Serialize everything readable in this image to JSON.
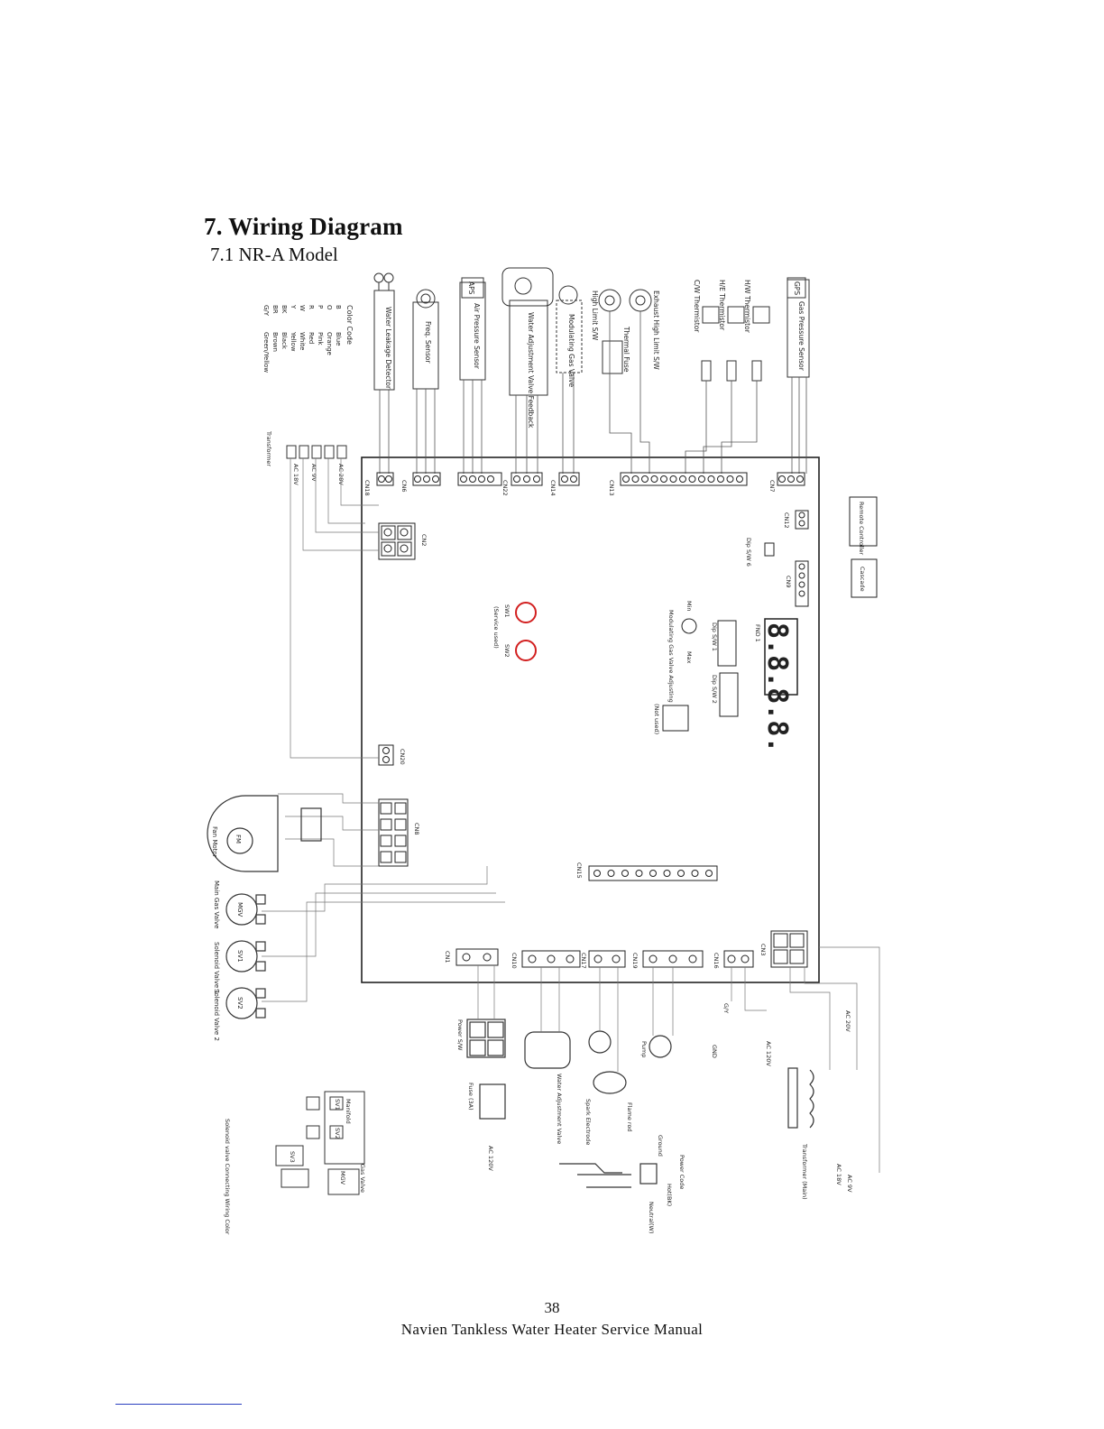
{
  "section_title": "7. Wiring Diagram",
  "subsection_title": "7.1 NR-A Model",
  "page_number": "38",
  "footer_text": "Navien Tankless Water Heater Service Manual",
  "color_code": {
    "title": "Color Code",
    "entries": [
      {
        "abbr": "B",
        "name": "Blue"
      },
      {
        "abbr": "O",
        "name": "Orange"
      },
      {
        "abbr": "P",
        "name": "Pink"
      },
      {
        "abbr": "R",
        "name": "Red"
      },
      {
        "abbr": "W",
        "name": "White"
      },
      {
        "abbr": "Y",
        "name": "Yellow"
      },
      {
        "abbr": "BK",
        "name": "Black"
      },
      {
        "abbr": "BR",
        "name": "Brown"
      },
      {
        "abbr": "G/Y",
        "name": "Green/Yellow"
      }
    ]
  },
  "top_components": [
    "Water Leakage Detector",
    "Freq. Sensor",
    "Air Pressure Sensor",
    "Water Adjustment Valve Feedback",
    "Modulating Gas Valve",
    "High Limit S/W",
    "Thermal Fuse",
    "Exhaust High Limit S/W",
    "C/W Thermistor",
    "H/E Thermistor",
    "H/W Thermistor",
    "Gas Pressure Sensor"
  ],
  "top_tags": [
    "APS",
    "GPS"
  ],
  "left_labels": {
    "transformer": "Transformer",
    "ac28": "AC 28V",
    "ac9": "AC 9V",
    "ac18": "AC 18V",
    "fan_motor": "Fan Motor",
    "main_gas_valve": "Main Gas Valve",
    "solenoid_valve_1": "Solenoid Valve 1",
    "solenoid_valve_2": "Solenoid Valve 2",
    "fm": "FM",
    "mgv": "MGV",
    "sv1": "SV1",
    "sv2": "SV2"
  },
  "board_labels": {
    "cn18": "CN18",
    "cn6": "CN6",
    "cn22": "CN22",
    "cn14": "CN14",
    "cn13": "CN13",
    "cn7": "CN7",
    "cn2": "CN2",
    "cn12": "CN12",
    "cn9": "CN9",
    "cn20": "CN20",
    "cn8": "CN8",
    "cn15": "CN15",
    "cn1": "CN1",
    "cn10": "CN10",
    "cn17": "CN17",
    "cn19": "CN19",
    "cn16": "CN16",
    "cn3": "CN3",
    "dip_sw_6": "Dip S/W 6",
    "fnd": "FND 1",
    "dip_sw_1": "Dip S/W 1",
    "dip_sw_2": "Dip S/W 2",
    "not_used": "(Not used)",
    "modulating_adj": "Modulating Gas Valve Adjusting",
    "min": "Min",
    "max": "Max",
    "service_used": "(Service used)",
    "sw1": "SW1",
    "sw2": "SW2",
    "seg_display": "8.8.8.8."
  },
  "right_labels": {
    "remote_controller": "Remote Controller",
    "cascade": "Cascade",
    "ac120": "AC 120V",
    "ac20": "AC 20V",
    "ac9v": "AC 9V",
    "ac18v": "AC 18V",
    "transformer_main": "Transformer (Main)",
    "gnd": "GND",
    "gy": "G/Y"
  },
  "bottom_labels": {
    "power_sw": "Power S/W",
    "fuse": "Fuse (3A)",
    "water_adj_valve": "Water Adjustment Valve",
    "spark_electrode": "Spark Electrode",
    "flame_rod": "Flame rod",
    "pump": "Pump",
    "ground": "Ground",
    "power_code": "Power Code",
    "hot": "Hot(BK)",
    "neutral": "Neutral(W)",
    "ac120v": "AC 120V",
    "manifold": "Manifold",
    "gas_valve": "Gas Valve",
    "solenoid_color": "Solenoid valve Connecting Wiring Color",
    "sv1": "SV1",
    "sv2": "SV2",
    "sv3": "SV3",
    "mgv": "MGV"
  }
}
